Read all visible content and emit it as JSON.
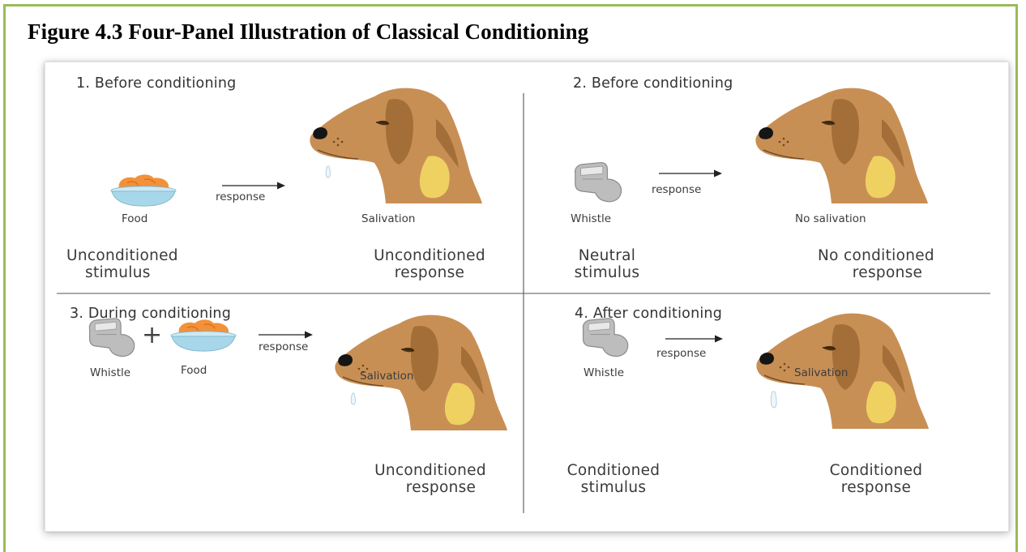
{
  "figure": {
    "title": "Figure 4.3 Four-Panel Illustration of Classical Conditioning"
  },
  "colors": {
    "frame_border": "#9bbb59",
    "dog_fur": "#c88f55",
    "dog_patch": "#a16c37",
    "dog_chest": "#f0d060",
    "food": "#f2913a",
    "bowl": "#bfe3f0",
    "whistle": "#b9b9b9"
  },
  "panels": [
    {
      "title": "1. Before conditioning",
      "stimulus_item": "Food",
      "arrow_label": "response",
      "response_item": "Salivation",
      "stimulus_type": [
        "Unconditioned",
        "stimulus"
      ],
      "response_type": [
        "Unconditioned",
        "response"
      ]
    },
    {
      "title": "2. Before conditioning",
      "stimulus_item": "Whistle",
      "arrow_label": "response",
      "response_item": "No salivation",
      "stimulus_type": [
        "Neutral",
        "stimulus"
      ],
      "response_type": [
        "No conditioned",
        "response"
      ]
    },
    {
      "title": "3. During conditioning",
      "stimulus_items": [
        "Whistle",
        "+",
        "Food"
      ],
      "arrow_label": "response",
      "response_item": "Salivation",
      "response_type": [
        "Unconditioned",
        "response"
      ]
    },
    {
      "title": "4. After conditioning",
      "stimulus_item": "Whistle",
      "arrow_label": "response",
      "response_item": "Salivation",
      "stimulus_type": [
        "Conditioned",
        "stimulus"
      ],
      "response_type": [
        "Conditioned",
        "response"
      ]
    }
  ]
}
